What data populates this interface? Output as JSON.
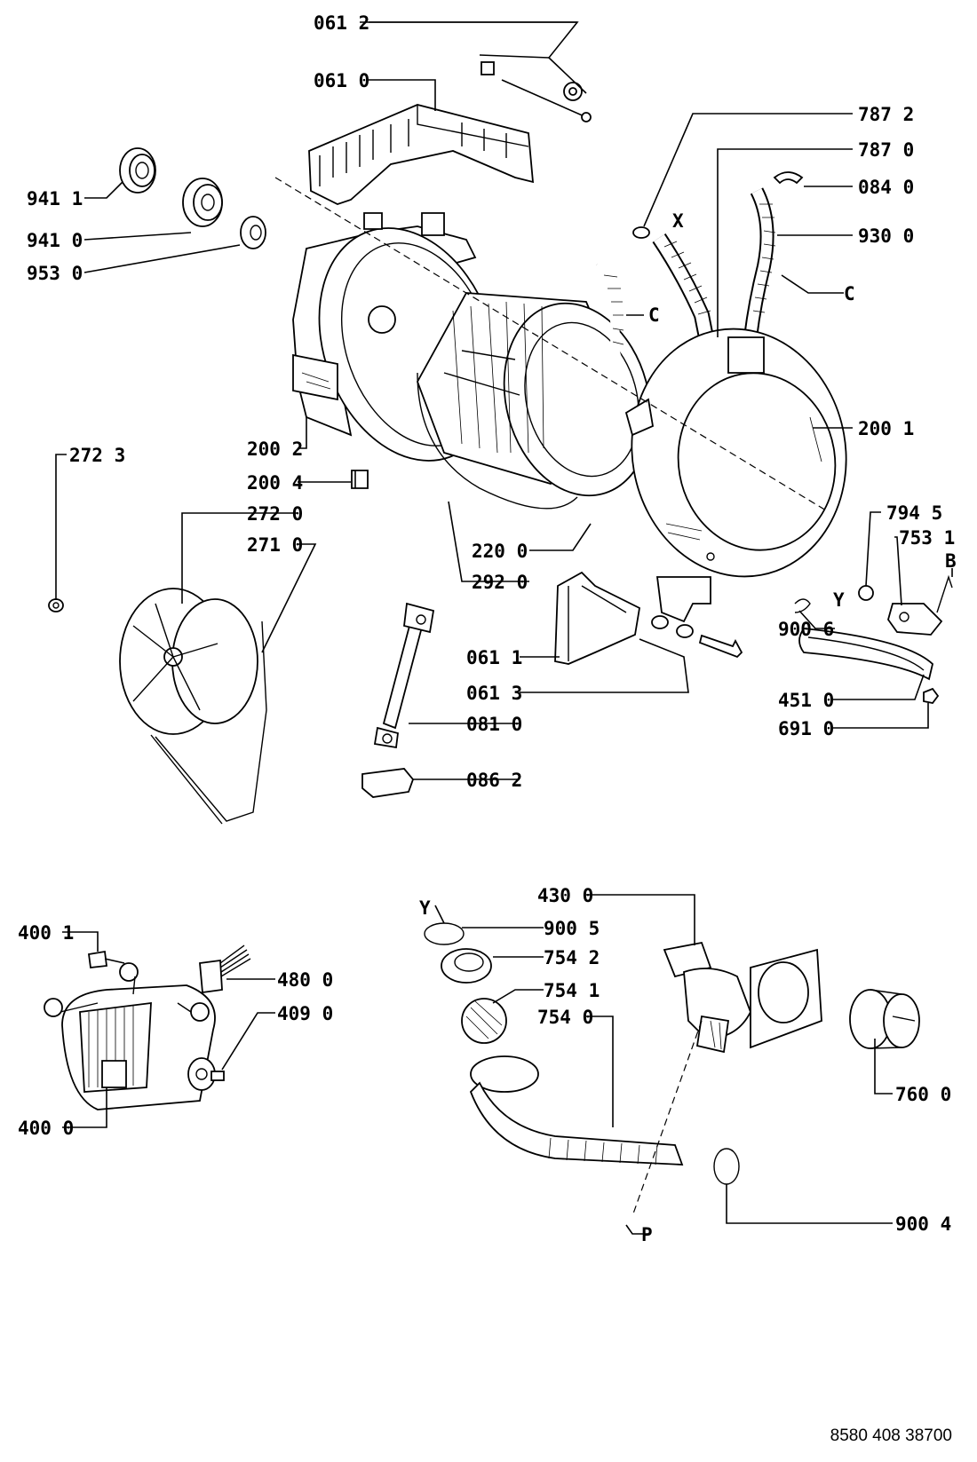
{
  "labels": {
    "p0612": "061 2",
    "p0610": "061 0",
    "p9411": "941 1",
    "p9410": "941 0",
    "p9530": "953 0",
    "p7872": "787 2",
    "p7870": "787 0",
    "p0840": "084 0",
    "p9300": "930 0",
    "x": "X",
    "c1": "C",
    "c2": "C",
    "p2002": "200 2",
    "p2001": "200 1",
    "p2723": "272 3",
    "p2004": "200 4",
    "p2720": "272 0",
    "p2710": "271 0",
    "p2200": "220 0",
    "p2920": "292 0",
    "p7945": "794 5",
    "p7531": "753 1",
    "b": "B",
    "y1": "Y",
    "p0611": "061 1",
    "p0613": "061 3",
    "p9006": "900 6",
    "p4510": "451 0",
    "p6910": "691 0",
    "p0810": "081 0",
    "p0862": "086 2",
    "p4001": "400 1",
    "p4800": "480 0",
    "p4090": "409 0",
    "p4000": "400 0",
    "y2": "Y",
    "p4300": "430 0",
    "p9005": "900 5",
    "p7542": "754 2",
    "p7541": "754 1",
    "p7540": "754 0",
    "p7600": "760 0",
    "p9004": "900 4",
    "p": "P"
  },
  "doc_number": "8580 408 38700"
}
